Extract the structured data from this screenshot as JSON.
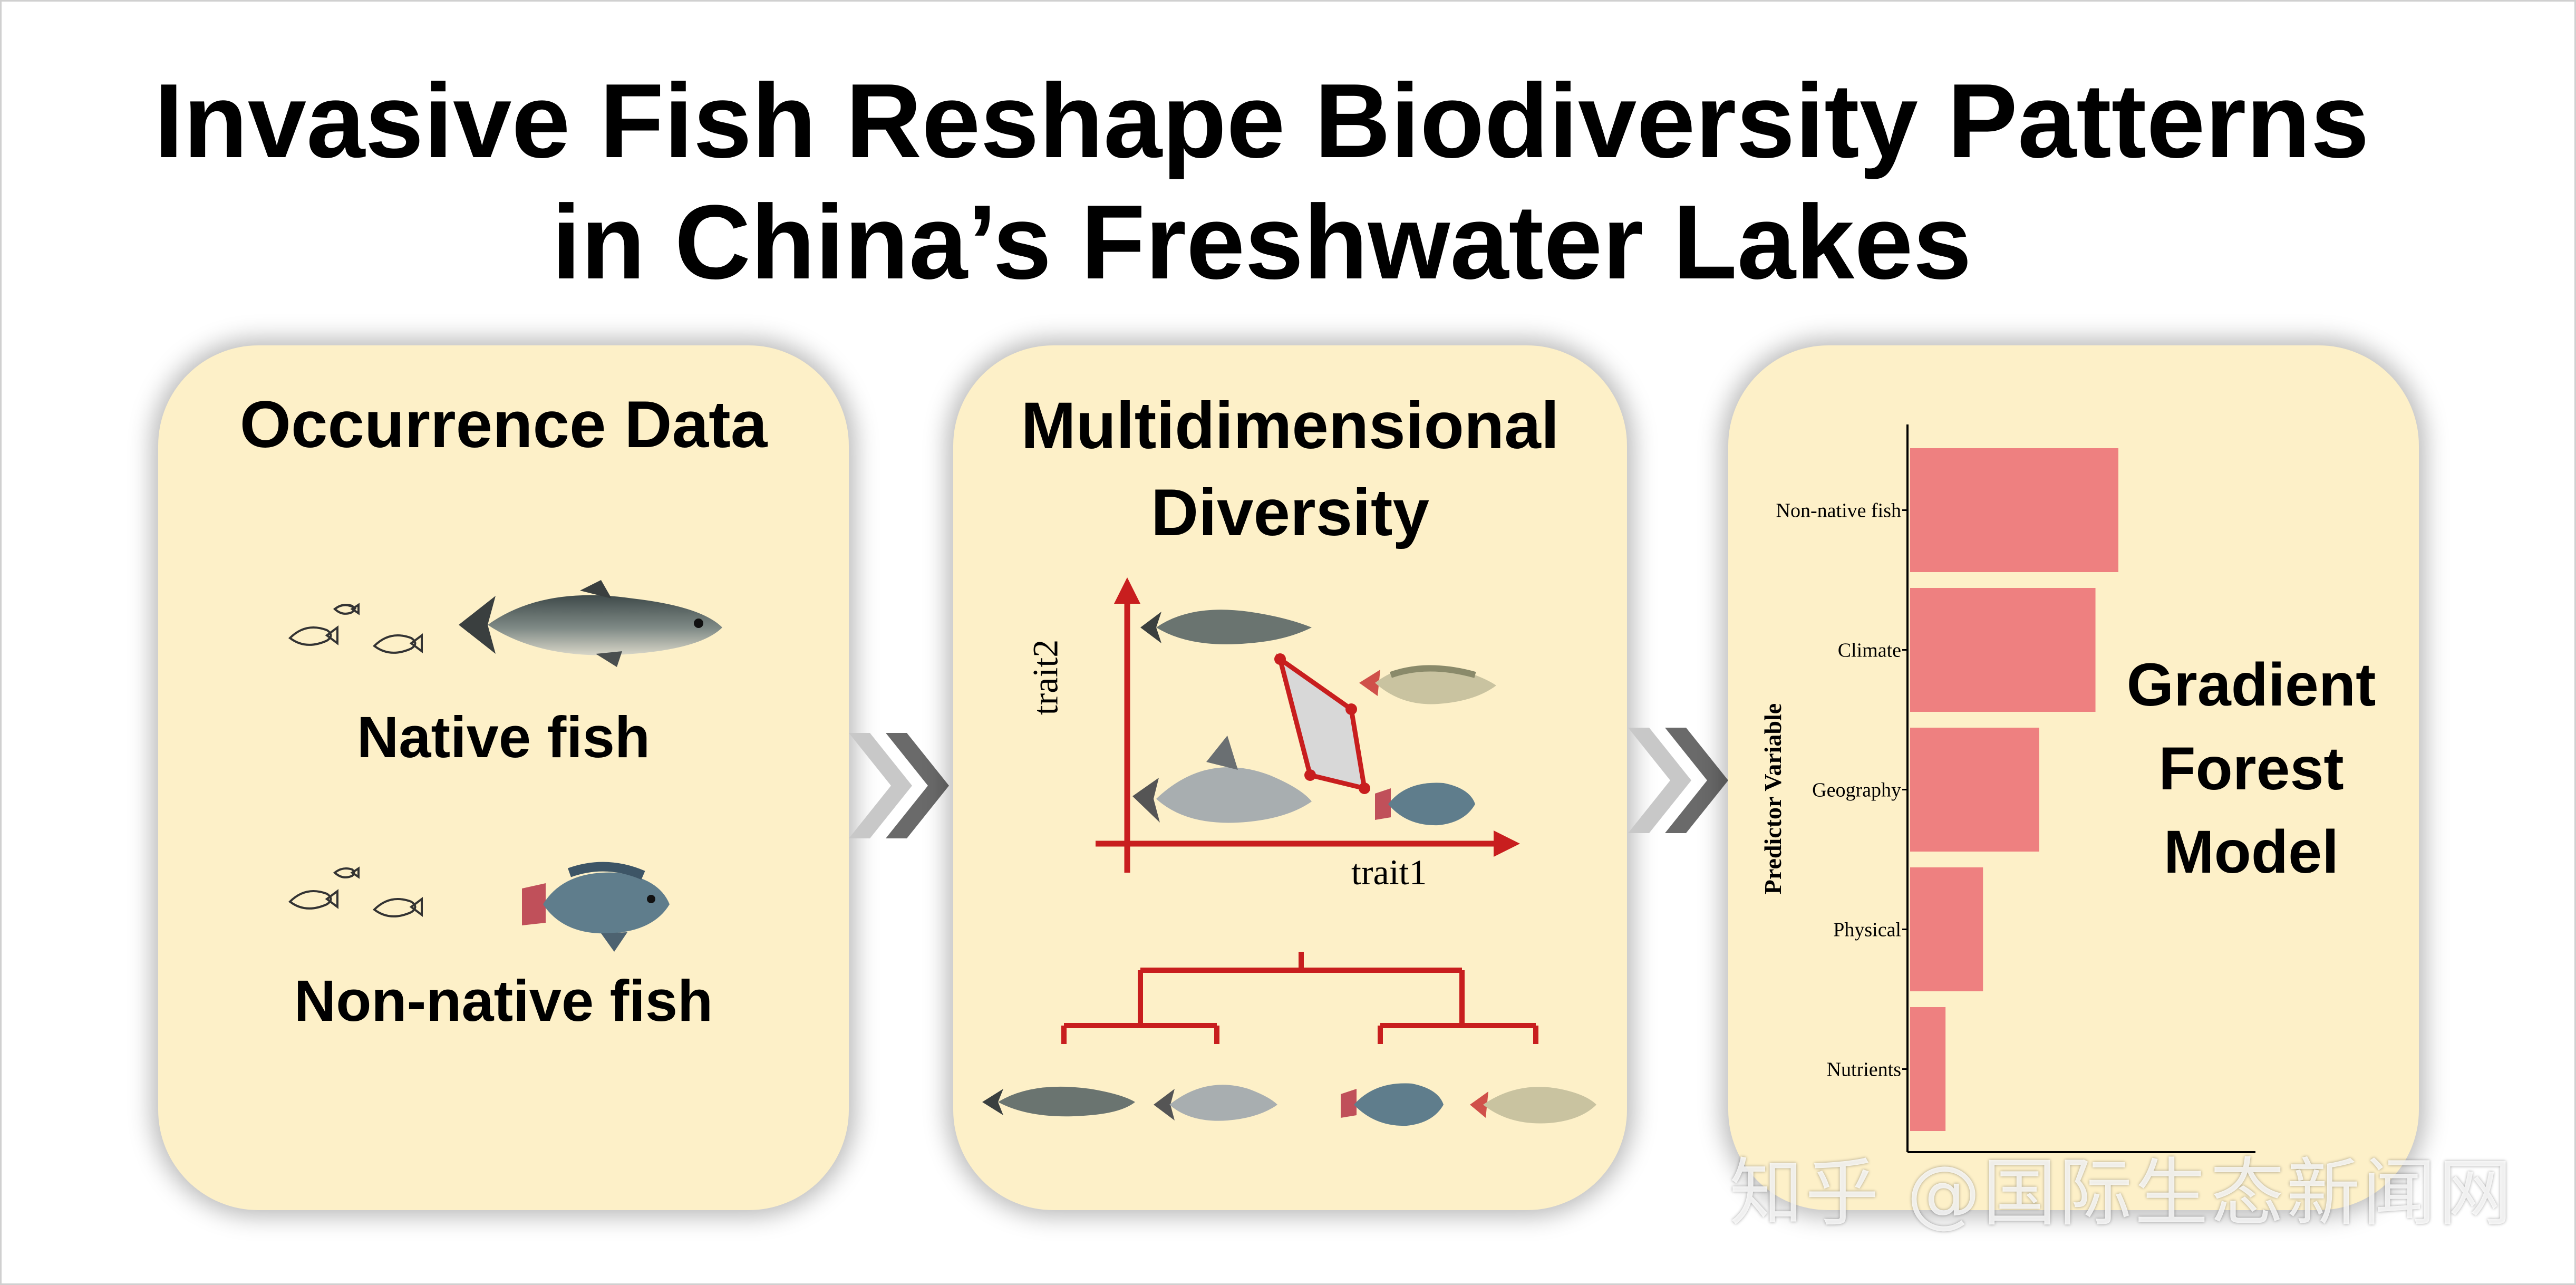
{
  "title": {
    "line1": "Invasive Fish Reshape Biodiversity Patterns",
    "line2": "in China’s Freshwater Lakes"
  },
  "occurrence": {
    "title": "Occurrence Data",
    "native_label": "Native fish",
    "nonnative_label": "Non-native fish"
  },
  "diversity": {
    "title_line1": "Multidimensional",
    "title_line2": "Diversity",
    "y_axis": "trait2",
    "x_axis": "trait1"
  },
  "gradient_forest": {
    "title_line1": "Gradient",
    "title_line2": "Forest",
    "title_line3": "Model",
    "ylabel": "Predictor Variable",
    "bar_color": "#ee8080"
  },
  "chart_data": {
    "type": "bar",
    "orientation": "horizontal",
    "categories": [
      "Non-native fish",
      "Climate",
      "Geography",
      "Physical",
      "Nutrients"
    ],
    "values": [
      1.0,
      0.89,
      0.62,
      0.35,
      0.17
    ],
    "ylabel": "Predictor Variable",
    "xlabel": ""
  },
  "watermark": "知乎 @国际生态新闻网",
  "colors": {
    "panel": "#fdf0c8",
    "accent_red": "#c81e1e",
    "chevron": "#666666"
  }
}
